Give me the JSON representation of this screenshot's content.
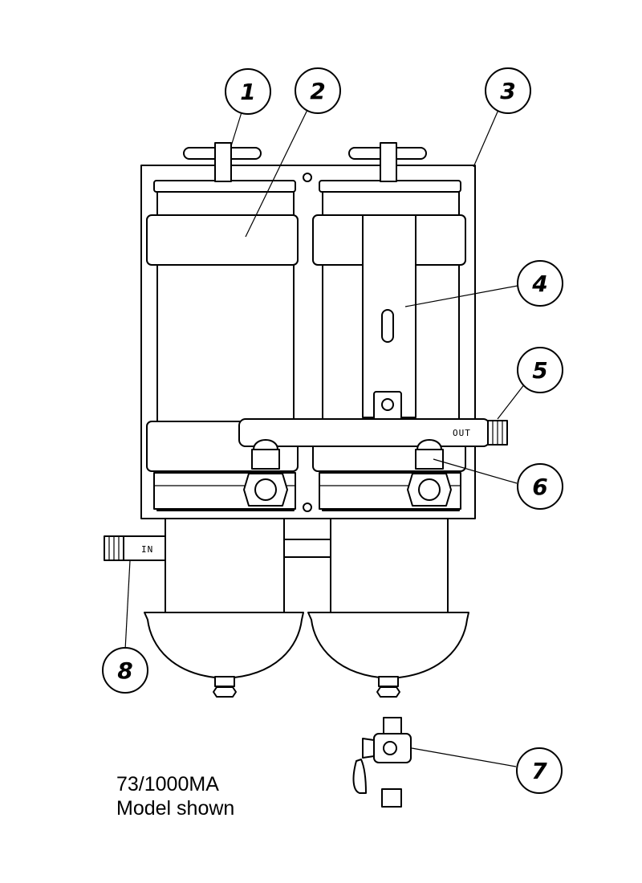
{
  "callouts": [
    {
      "number": "1"
    },
    {
      "number": "2"
    },
    {
      "number": "3"
    },
    {
      "number": "4"
    },
    {
      "number": "5"
    },
    {
      "number": "6"
    },
    {
      "number": "7"
    },
    {
      "number": "8"
    }
  ],
  "ports": {
    "outlet": "OUT",
    "inlet": "IN"
  },
  "caption": {
    "model": "73/1000MA",
    "note": "Model shown"
  }
}
